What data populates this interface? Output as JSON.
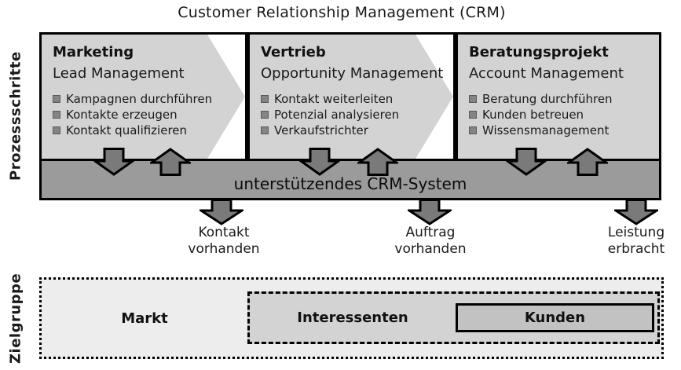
{
  "title": "Customer Relationship Management (CRM)",
  "axes": {
    "process_label": "Prozessschritte",
    "target_label": "Zielgruppe"
  },
  "process_steps": [
    {
      "name": "Marketing",
      "subtitle": "Lead Management",
      "bullets": [
        "Kampagnen durchführen",
        "Kontakte erzeugen",
        "Kontakt qualifizieren"
      ]
    },
    {
      "name": "Vertrieb",
      "subtitle": "Opportunity Management",
      "bullets": [
        "Kontakt weiterleiten",
        "Potenzial analysieren",
        "Verkaufstrichter"
      ]
    },
    {
      "name": "Beratungsprojekt",
      "subtitle": "Account Management",
      "bullets": [
        "Beratung durchführen",
        "Kunden betreuen",
        "Wissensmanagement"
      ]
    }
  ],
  "crm_bar_label": "unterstützendes CRM-System",
  "milestones": [
    {
      "line1": "Kontakt",
      "line2": "vorhanden"
    },
    {
      "line1": "Auftrag",
      "line2": "vorhanden"
    },
    {
      "line1": "Leistung",
      "line2": "erbracht"
    }
  ],
  "target_groups": [
    {
      "label": "Markt"
    },
    {
      "label": "Interessenten"
    },
    {
      "label": "Kunden"
    }
  ],
  "colors": {
    "block_fill": "#d3d3d3",
    "bar_fill": "#9b9b9b",
    "arrow_fill": "#7a7a7a",
    "bullet_fill": "#848484",
    "outer_fill": "#ededed",
    "middle_fill": "#d3d3d3",
    "inner_fill": "#c2c2c2",
    "line": "#000000",
    "bg": "#ffffff"
  }
}
